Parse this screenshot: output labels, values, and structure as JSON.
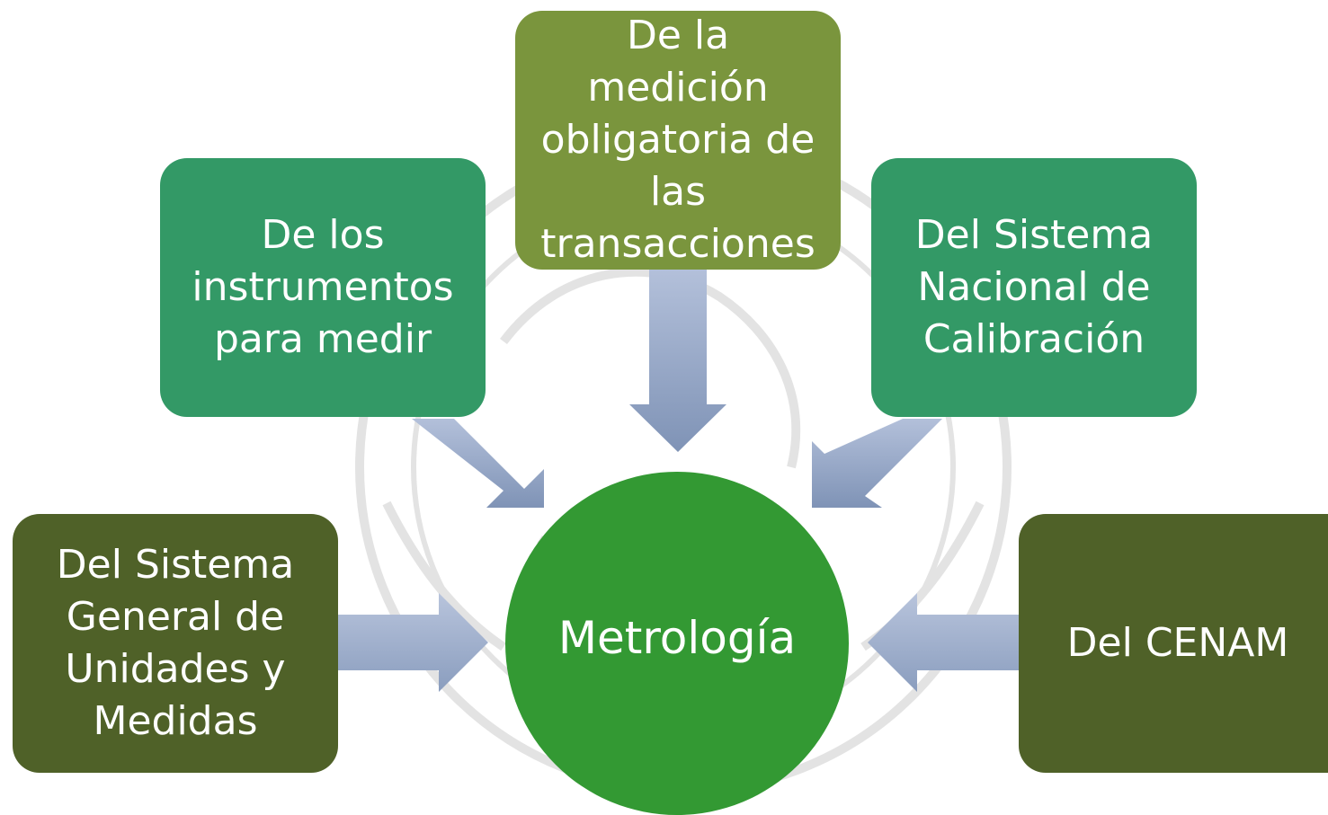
{
  "center": {
    "label": "Metrología"
  },
  "nodes": {
    "top": "De la medición\nobligatoria de\nlas\ntransacciones",
    "upper_left": "De los\ninstrumentos\npara medir",
    "upper_right": "Del Sistema\nNacional de\nCalibración",
    "lower_left": "Del Sistema\nGeneral de\nUnidades y\nMedidas",
    "lower_right": "Del CENAM"
  },
  "colors": {
    "teal": "#339966",
    "olive": "#7a953d",
    "dark_olive": "#4f6128",
    "center": "#339933",
    "arrow": "#95a6c8"
  }
}
